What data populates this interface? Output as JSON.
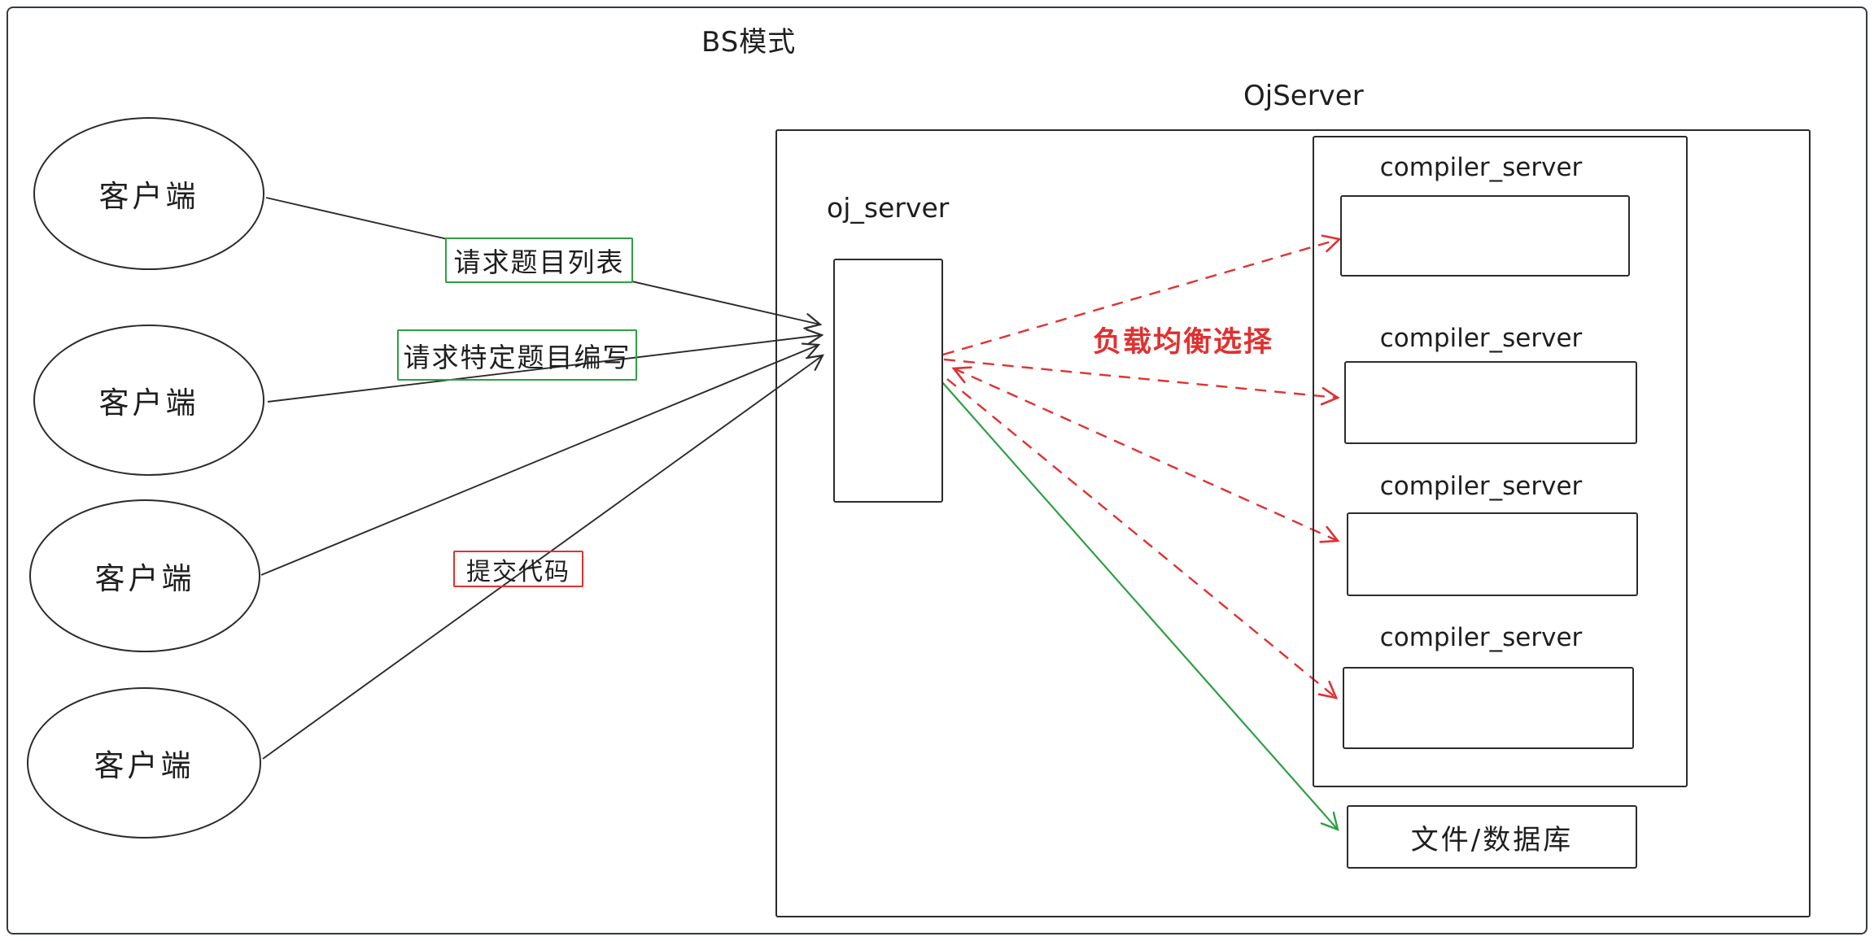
{
  "diagram": {
    "title": "BS模式",
    "colors": {
      "ink": "#1e1e1e",
      "red": "#e03131",
      "green": "#2f9e44"
    },
    "oj_group": {
      "label": "OjServer"
    },
    "oj_server": {
      "label": "oj_server"
    },
    "clients": [
      {
        "label": "客户端"
      },
      {
        "label": "客户端"
      },
      {
        "label": "客户端"
      },
      {
        "label": "客户端"
      }
    ],
    "request_labels": [
      {
        "text": "请求题目列表",
        "border_color": "#2f9e44"
      },
      {
        "text": "请求特定题目编写",
        "border_color": "#2f9e44"
      },
      {
        "text": "提交代码",
        "border_color": "#e03131"
      }
    ],
    "load_balance_label": "负载均衡选择",
    "compiler_servers": [
      {
        "label": "compiler_server"
      },
      {
        "label": "compiler_server"
      },
      {
        "label": "compiler_server"
      },
      {
        "label": "compiler_server"
      }
    ],
    "storage": {
      "label": "文件/数据库"
    },
    "edges": [
      {
        "from": "client-1",
        "to": "oj_server",
        "style": "solid",
        "color": "#1e1e1e",
        "label": "请求题目列表"
      },
      {
        "from": "client-2",
        "to": "oj_server",
        "style": "solid",
        "color": "#1e1e1e",
        "label": "请求特定题目编写"
      },
      {
        "from": "client-3",
        "to": "oj_server",
        "style": "solid",
        "color": "#1e1e1e"
      },
      {
        "from": "client-4",
        "to": "oj_server",
        "style": "solid",
        "color": "#1e1e1e",
        "label": "提交代码"
      },
      {
        "from": "oj_server",
        "to": "compiler_server-1",
        "style": "dashed",
        "color": "#e03131"
      },
      {
        "from": "oj_server",
        "to": "compiler_server-2",
        "style": "dashed",
        "color": "#e03131"
      },
      {
        "from": "oj_server",
        "to": "compiler_server-3",
        "style": "dashed",
        "color": "#e03131",
        "bidirectional": true
      },
      {
        "from": "oj_server",
        "to": "compiler_server-4",
        "style": "dashed",
        "color": "#e03131"
      },
      {
        "from": "oj_server",
        "to": "storage",
        "style": "solid",
        "color": "#2f9e44"
      }
    ]
  }
}
